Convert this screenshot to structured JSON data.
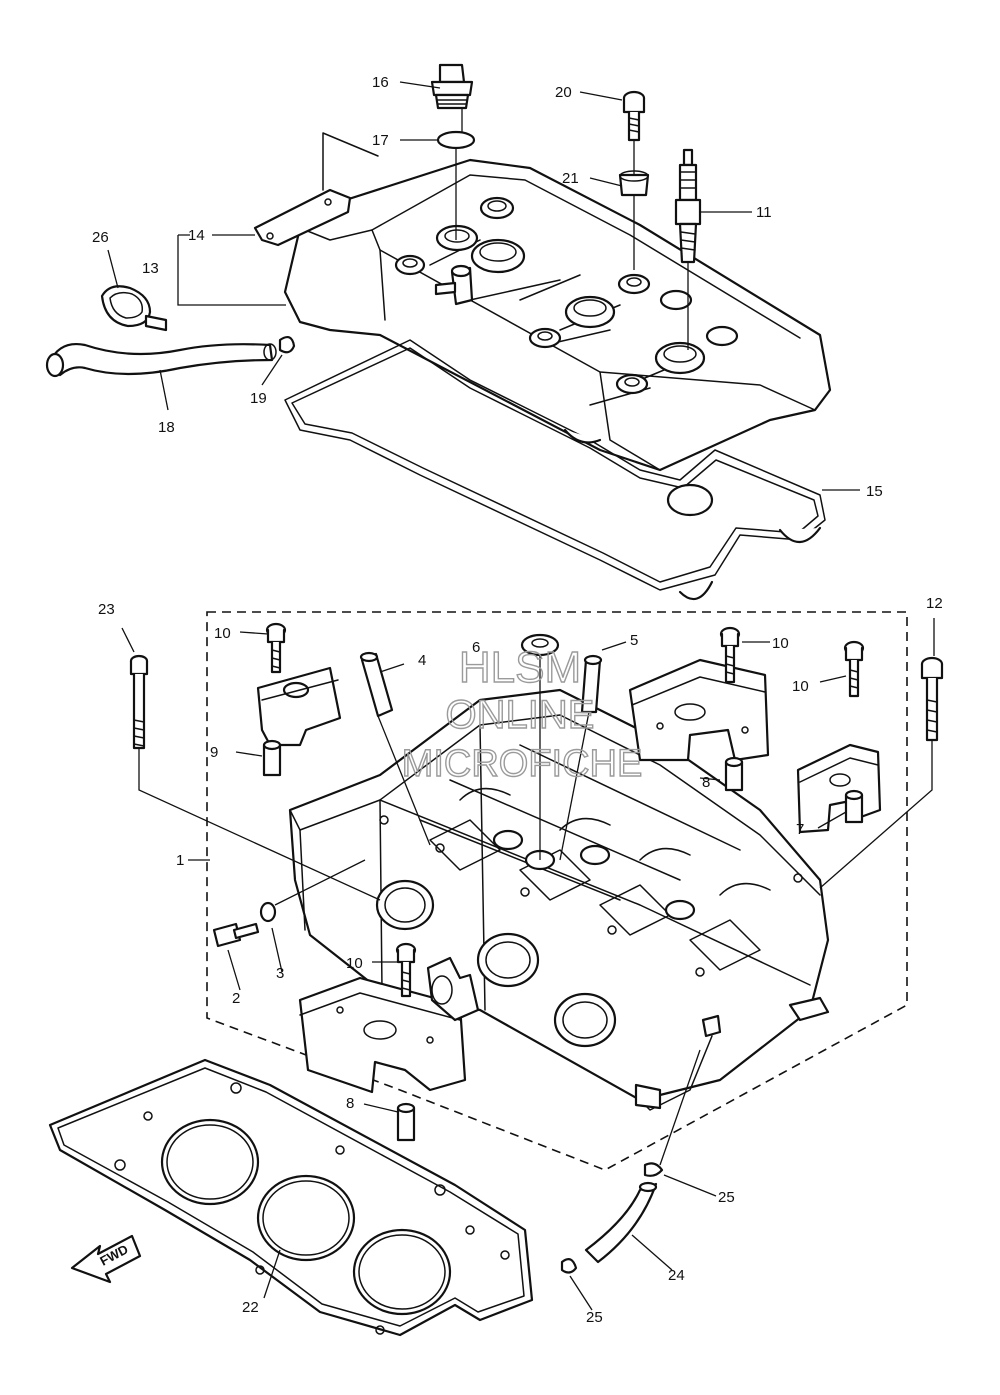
{
  "watermark": {
    "line1": "HLSM",
    "line2": "ONLINE",
    "line3": "MICROFICHE"
  },
  "direction_arrow": {
    "label": "FWD"
  },
  "callouts": [
    {
      "id": "c1",
      "label": "1"
    },
    {
      "id": "c2",
      "label": "2"
    },
    {
      "id": "c3",
      "label": "3"
    },
    {
      "id": "c4",
      "label": "4"
    },
    {
      "id": "c5",
      "label": "5"
    },
    {
      "id": "c6",
      "label": "6"
    },
    {
      "id": "c7",
      "label": "7"
    },
    {
      "id": "c8a",
      "label": "8"
    },
    {
      "id": "c8b",
      "label": "8"
    },
    {
      "id": "c9",
      "label": "9"
    },
    {
      "id": "c10a",
      "label": "10"
    },
    {
      "id": "c10b",
      "label": "10"
    },
    {
      "id": "c10c",
      "label": "10"
    },
    {
      "id": "c10d",
      "label": "10"
    },
    {
      "id": "c11",
      "label": "11"
    },
    {
      "id": "c12",
      "label": "12"
    },
    {
      "id": "c13",
      "label": "13"
    },
    {
      "id": "c14",
      "label": "14"
    },
    {
      "id": "c15",
      "label": "15"
    },
    {
      "id": "c16",
      "label": "16"
    },
    {
      "id": "c17",
      "label": "17"
    },
    {
      "id": "c18",
      "label": "18"
    },
    {
      "id": "c19",
      "label": "19"
    },
    {
      "id": "c20",
      "label": "20"
    },
    {
      "id": "c21",
      "label": "21"
    },
    {
      "id": "c22",
      "label": "22"
    },
    {
      "id": "c23",
      "label": "23"
    },
    {
      "id": "c24",
      "label": "24"
    },
    {
      "id": "c25a",
      "label": "25"
    },
    {
      "id": "c25b",
      "label": "25"
    },
    {
      "id": "c26",
      "label": "26"
    }
  ]
}
